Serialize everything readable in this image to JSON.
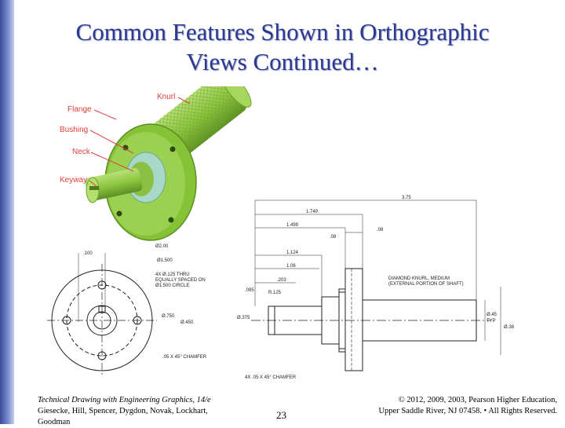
{
  "slide": {
    "title_line1": "Common Features Shown in Orthographic",
    "title_line2": "Views Continued…",
    "page_number": "23"
  },
  "callouts": {
    "knurl": "Knurl",
    "flange": "Flange",
    "bushing": "Bushing",
    "neck": "Neck",
    "keyway": "Keyway"
  },
  "dimensions": {
    "d_3_75": "3.75",
    "d_1_749": "1.749",
    "d_1_499": "1.499",
    "d_08a": ".08",
    "d_08b": ".08",
    "d_1_124": "1.124",
    "d_1_06": "1.06",
    "d_203": ".203",
    "d_095": ".095",
    "d_0125": "R.125",
    "d_100": ".100",
    "d_dia_2_00": "Ø2.00",
    "d_dia_1_500": "Ø1.500",
    "holes_note_1": "4X Ø.125 THRU",
    "holes_note_2": "EQUALLY SPACED ON",
    "holes_note_3": "Ø1.500 CIRCLE",
    "d_dia_750": "Ø.750",
    "d_dia_375": "Ø.375",
    "d_dia_450": "Ø.450",
    "chamfer_1": ".05 X 45° CHAMFER",
    "chamfer_2": "4X .05 X 45° CHAMFER",
    "knurl_note_1": "DIAMOND KNURL, MEDIUM",
    "knurl_note_2": "(EXTERNAL PORTION OF SHAFT)",
    "d_dia_45": "Ø.45",
    "d_typ": "TYP",
    "d_dia_38": "Ø.38"
  },
  "footer": {
    "book_title": "Technical Drawing with Engineering Graphics, 14/e",
    "authors": "Giesecke, Hill, Spencer, Dygdon, Novak, Lockhart, Goodman",
    "copyright_1": "© 2012, 2009, 2003, Pearson Higher Education,",
    "copyright_2": "Upper Saddle River, NJ 07458. • All Rights Reserved."
  },
  "colors": {
    "title": "#2b3990",
    "part_green": "#8dc63f",
    "bushing_teal": "#a8d8c8",
    "callout_red": "#e0403a",
    "sidebar_blue": "#3a4a9a"
  }
}
